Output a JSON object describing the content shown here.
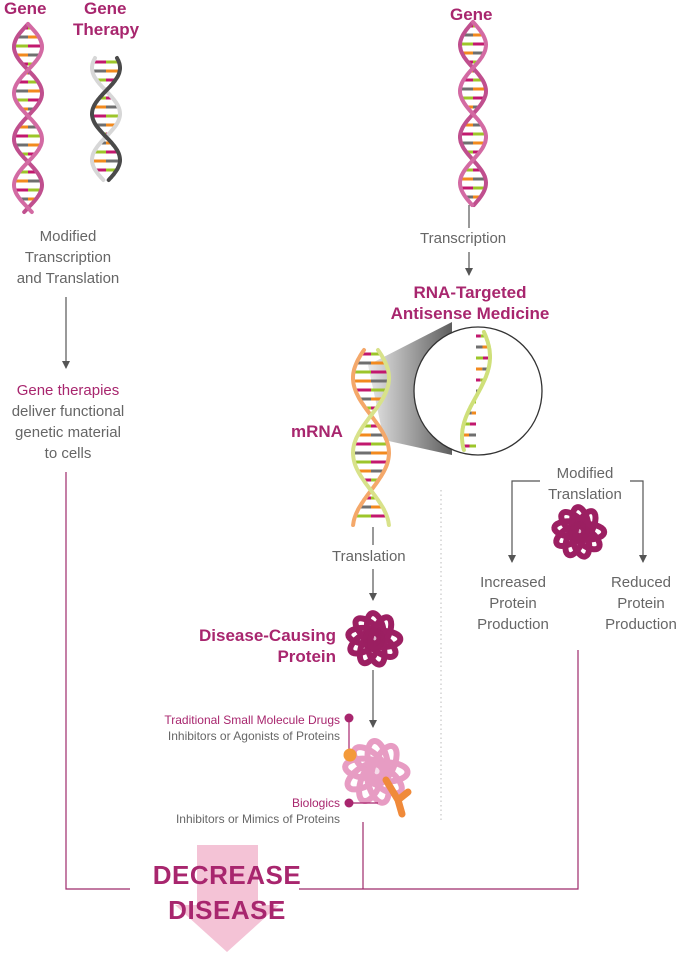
{
  "colors": {
    "magenta": "#a8266e",
    "pink": "#d36aa3",
    "grey_text": "#666666",
    "line": "#9e2a6b",
    "arrow_fill": "#f2b9cf",
    "rung_green": "#9dc52a",
    "rung_orange": "#f28a1e",
    "rung_magenta": "#c2186e",
    "rung_grey": "#6f6f6f"
  },
  "left": {
    "gene_label": "Gene",
    "therapy_label_1": "Gene",
    "therapy_label_2": "Therapy",
    "modified_lines": [
      "Modified",
      "Transcription",
      "and Translation"
    ],
    "gene_therapies_highlight": "Gene therapies",
    "gene_therapies_lines": [
      "deliver functional",
      "genetic material",
      "to cells"
    ]
  },
  "center": {
    "gene_label": "Gene",
    "transcription": "Transcription",
    "rna_title_1": "RNA-Targeted",
    "rna_title_2": "Antisense Medicine",
    "mrna_label": "mRNA",
    "translation": "Translation",
    "protein_title_1": "Disease-Causing",
    "protein_title_2": "Protein",
    "drugs_title": "Traditional Small Molecule Drugs",
    "drugs_subtitle": "Inhibitors or Agonists of Proteins",
    "biologics_title": "Biologics",
    "biologics_subtitle": "Inhibitors or Mimics of Proteins"
  },
  "right": {
    "modified_1": "Modified",
    "modified_2": "Translation",
    "increased_lines": [
      "Increased",
      "Protein",
      "Production"
    ],
    "reduced_lines": [
      "Reduced",
      "Protein",
      "Production"
    ]
  },
  "outcome": {
    "line1": "DECREASE",
    "line2": "DISEASE"
  },
  "icons": [
    "dna-helix-icon",
    "gene-therapy-helix-icon",
    "mrna-helix-icon",
    "magnifier-circle-icon",
    "protein-icon",
    "small-molecule-icon",
    "antibody-icon",
    "down-arrow-icon"
  ]
}
